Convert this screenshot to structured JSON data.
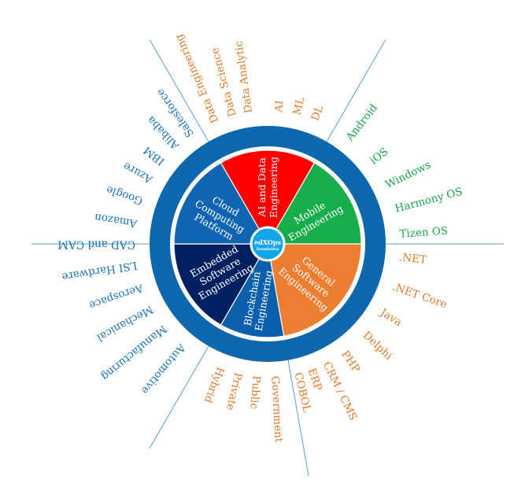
{
  "center": {
    "title": "edXOps",
    "subtitle": "Foundation"
  },
  "colors": {
    "ring": "#0f68ae",
    "blue_text": "#1a73b5",
    "orange_text": "#e07a2e",
    "green_text": "#1aa34a",
    "divider": "#5b9bd5",
    "center_fill": "#14a6e8"
  },
  "segments": [
    {
      "label": [
        "AI and Data",
        "Engineering"
      ],
      "color": "#ff0000"
    },
    {
      "label": [
        "Mobile",
        "Engineering"
      ],
      "color": "#17ad4a"
    },
    {
      "label": [
        "General",
        "Software",
        "Engineering"
      ],
      "color": "#ed7d31"
    },
    {
      "label": [
        "Blockchain",
        "Engineering"
      ],
      "color": "#0b5fad"
    },
    {
      "label": [
        "Embedded",
        "Software",
        "Engineering"
      ],
      "color": "#012060"
    },
    {
      "label": [
        "Cloud",
        "Computing",
        "Platform"
      ],
      "color": "#1064b2"
    }
  ],
  "groups": [
    {
      "color": "orange",
      "items": [
        "Data Engineering",
        "Data Science",
        "Data Analytic",
        "AI",
        "ML",
        "DL"
      ]
    },
    {
      "color": "green",
      "items": [
        "Android",
        "iOS",
        "Windows",
        "Harmony OS",
        "Tizen OS"
      ]
    },
    {
      "color": "orange",
      "items": [
        ".NET",
        ".NET Core",
        "Java",
        "Delphi",
        "PHP",
        "CRM / CMS",
        "ERP",
        "COBOL"
      ]
    },
    {
      "color": "orange",
      "items": [
        "Government",
        "Public",
        "Private",
        "Hybrid"
      ]
    },
    {
      "color": "blue",
      "items": [
        "Automotive",
        "Manufacturing",
        "Mechanical",
        "Aerospace",
        "LSI Hardware",
        "CAD and CAM"
      ]
    },
    {
      "color": "blue",
      "items": [
        "Amazon",
        "Google",
        "Azure",
        "IBM",
        "Alibaba",
        "Salesforce"
      ]
    }
  ]
}
